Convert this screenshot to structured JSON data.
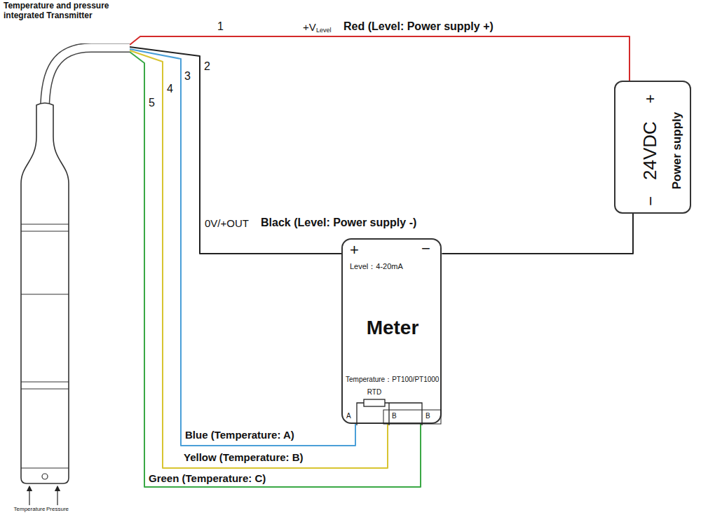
{
  "diagram": {
    "nodes": [
      {
        "text": [
          "Temperature and pressure integrated Transmitter"
        ]
      },
      {
        "text": [
          "+",
          "24VDC",
          "−",
          "Power supply"
        ]
      },
      {
        "text": [
          "+",
          "−",
          "Level：4-20mA",
          "Meter",
          "Temperature：PT100/PT1000",
          "RTD",
          "A",
          "B",
          "B"
        ]
      }
    ],
    "edges": [
      {
        "from": 0,
        "to": 1,
        "arrow": "none",
        "label": "Red (Level: Power supply +)"
      },
      {
        "from": 0,
        "to": 2,
        "arrow": "none",
        "label": "Black (Level: Power supply -)"
      },
      {
        "from": 1,
        "to": 2,
        "arrow": "none"
      },
      {
        "from": 0,
        "to": 2,
        "arrow": "none",
        "label": "Blue (Temperature: A)"
      },
      {
        "from": 0,
        "to": 2,
        "arrow": "none",
        "label": "Yellow (Temperature: B)"
      },
      {
        "from": 0,
        "to": 2,
        "arrow": "none",
        "label": "Green (Temperature: C)"
      }
    ],
    "labels": [
      "1",
      "2",
      "3",
      "4",
      "5",
      "+V",
      "Level",
      "0V/+OUT",
      "Temperature",
      "Pressure"
    ]
  }
}
